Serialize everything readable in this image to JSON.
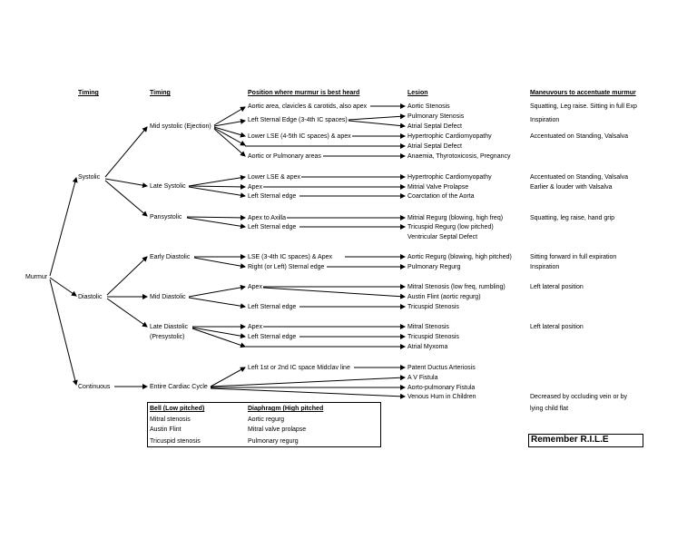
{
  "headers": {
    "timing1": "Timing",
    "timing2": "Timing",
    "position": "Position where murmur is best heard",
    "lesion": "Lesion",
    "maneuvers": "Maneuvours to accentuate murmur"
  },
  "root": "Murmur",
  "timing1": [
    "Systolic",
    "Diastolic",
    "Continuous"
  ],
  "timing2": {
    "mid_systolic": "Mid systolic (Ejection)",
    "late_systolic": "Late Systolic",
    "pansystolic": "Pansystolic",
    "early_diastolic": "Early Diastolic",
    "mid_diastolic": "Mid Diastolic",
    "late_diastolic_1": "Late Diastolic",
    "late_diastolic_2": "(Presystolic)",
    "entire_cycle": "Entire Cardiac Cycle"
  },
  "positions": [
    "Aortic area, clavicles & carotids, also apex",
    "Left Sternal Edge (3-4th IC spaces)",
    "Lower LSE (4-5th IC spaces) & apex",
    "Aortic or Pulmonary areas",
    "Lower LSE & apex",
    "Apex",
    "Left Sternal edge",
    "Apex to Axilla",
    "Left Sternal edge",
    "LSE (3-4th IC spaces) & Apex",
    "Right (or Left) Sternal edge",
    "Apex",
    "Left Sternal edge",
    "Apex",
    "Left Sternal edge",
    "Left 1st or 2nd IC space Midclav line"
  ],
  "lesions": [
    "Aortic Stenosis",
    "Pulmonary Stenosis",
    "Atrial Septal Defect",
    "Hypertrophic Cardiomyopathy",
    "Atrial Septal Defect",
    "Anaemia, Thyrotoxicosis, Pregnancy",
    "Hypertrophic Cardiomyopathy",
    "Mitrial Valve Prolapse",
    "Coarctation of the Aorta",
    "Mitrial Regurg (blowing, high freq)",
    "Tricuspid Regurg (low pitched)",
    "Ventricular Septal Defect",
    "Aortic Regurg (blowing, high pitched)",
    "Pulmonary Regurg",
    "Mitral Stenosis (low freq, rumbling)",
    "Austin Flint (aortic regurg)",
    "Tricuspid Stenosis",
    "Mitral Stenosis",
    "Tricuspid Stenosis",
    "Atrial Myxoma",
    "Patent Ductus Arteriosis",
    "A V Fistula",
    "Aorto-pulmonary Fistula",
    "Venous Hum in Children"
  ],
  "maneuvers": [
    "Squatting, Leg raise. Sitting in full Exp",
    "Inspiration",
    "Accentuated on Standing, Valsalva",
    "Accentuated on Standing, Valsalva",
    "Earlier & louder with Valsalva",
    "Squatting, leg raise, hand grip",
    "Sitting forward in full expiration",
    "Inspiration",
    "Left lateral position",
    "Left lateral position",
    "Decreased by occluding vein or by",
    "lying child flat"
  ],
  "table": {
    "bell_header": "Bell (Low pitched)",
    "diaphragm_header": "Diaphragm (High pitched",
    "bell": [
      "Mitral stenosis",
      "Austin Flint",
      "Tricuspid stenosis"
    ],
    "diaphragm": [
      "Aortic regurg",
      "Mitral valve prolapse",
      "Pulmonary regurg"
    ]
  },
  "remember": "Remember R.I.L.E"
}
